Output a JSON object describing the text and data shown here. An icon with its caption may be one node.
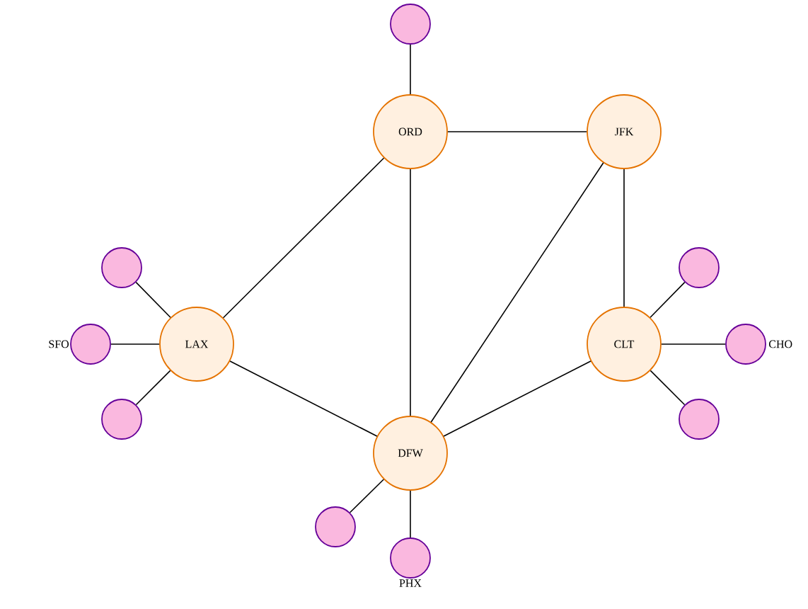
{
  "diagram": {
    "nodes": [
      {
        "text": [],
        "shape": "circle"
      },
      {
        "text": [
          "ORD"
        ]
      },
      {
        "text": [
          "JFK"
        ]
      },
      {
        "text": [],
        "shape": "circle"
      },
      {
        "text": [],
        "shape": "circle"
      },
      {
        "text": [],
        "shape": "circle",
        "beside": [
          "SFO"
        ]
      },
      {
        "text": [
          "LAX"
        ]
      },
      {
        "text": [
          "CLT"
        ]
      },
      {
        "text": [],
        "shape": "circle",
        "beside": [
          "CHO"
        ]
      },
      {
        "text": [],
        "shape": "circle"
      },
      {
        "text": [],
        "shape": "circle"
      },
      {
        "text": [
          "DFW"
        ]
      },
      {
        "text": [],
        "shape": "circle"
      },
      {
        "text": [],
        "shape": "circle",
        "beside": [
          "PHX"
        ]
      }
    ],
    "edges": [
      {
        "from": 0,
        "to": 1,
        "arrow": "none"
      },
      {
        "from": 1,
        "to": 2,
        "arrow": "none"
      },
      {
        "from": 1,
        "to": 6,
        "arrow": "none"
      },
      {
        "from": 1,
        "to": 11,
        "arrow": "none"
      },
      {
        "from": 2,
        "to": 11,
        "arrow": "none"
      },
      {
        "from": 2,
        "to": 7,
        "arrow": "none"
      },
      {
        "from": 6,
        "to": 11,
        "arrow": "none"
      },
      {
        "from": 7,
        "to": 11,
        "arrow": "none"
      },
      {
        "from": 6,
        "to": 3,
        "arrow": "none"
      },
      {
        "from": 6,
        "to": 5,
        "arrow": "none"
      },
      {
        "from": 6,
        "to": 9,
        "arrow": "none"
      },
      {
        "from": 7,
        "to": 4,
        "arrow": "none"
      },
      {
        "from": 7,
        "to": 8,
        "arrow": "none"
      },
      {
        "from": 7,
        "to": 10,
        "arrow": "none"
      },
      {
        "from": 11,
        "to": 12,
        "arrow": "none"
      },
      {
        "from": 11,
        "to": 13,
        "arrow": "none"
      }
    ]
  }
}
